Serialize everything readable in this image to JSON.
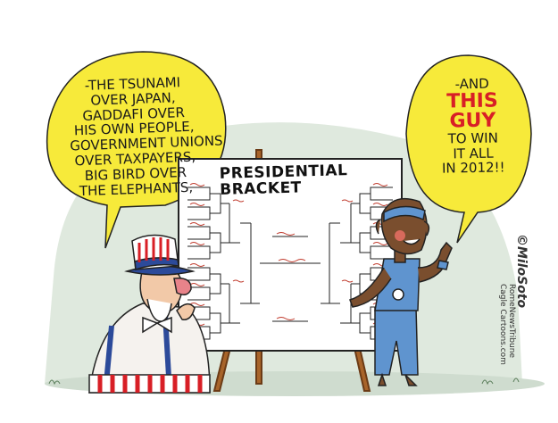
{
  "left_bubble": {
    "lines": [
      "-The Tsunami",
      "over Japan,",
      "Gaddafi over",
      "his own people,",
      "Government unions",
      "over Taxpayers,",
      "Big Bird over",
      "the Elephants,"
    ]
  },
  "right_bubble": {
    "line1": "-and",
    "accent1": "This",
    "accent2": "Guy",
    "line2": "to win",
    "line3": "it all",
    "line4": "in 2012!!"
  },
  "bracket": {
    "title_line1": "Presidential",
    "title_line2": "Bracket"
  },
  "signature": "©MiloSoto",
  "credit_line1": "RomeNewsTribune",
  "credit_line2": "Cagle Cartoons.com",
  "colors": {
    "bubble_yellow": "#f7ea3a",
    "accent_red": "#d81f26",
    "board_white": "#ffffff",
    "easel_brown": "#9a5a25",
    "shirt_blue": "#5f94cf",
    "background_green": "#dfe9de"
  }
}
